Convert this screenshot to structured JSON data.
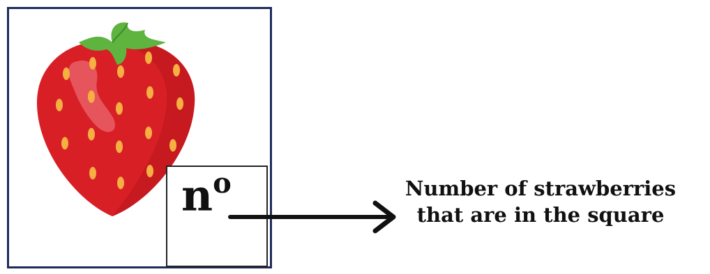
{
  "diagram": {
    "count_label": {
      "base": "n",
      "superscript": "o"
    },
    "caption": {
      "line1": "Number of strawberries",
      "line2": "that are in the square"
    },
    "colors": {
      "frame": "#1f2a5c",
      "strawberry_body": "#d81f26",
      "strawberry_highlight": "#f27a80",
      "seeds": "#f5b041",
      "leaves": "#5fb33f",
      "arrow": "#111111"
    },
    "icons": [
      "strawberry-icon",
      "arrow-right-icon"
    ]
  }
}
